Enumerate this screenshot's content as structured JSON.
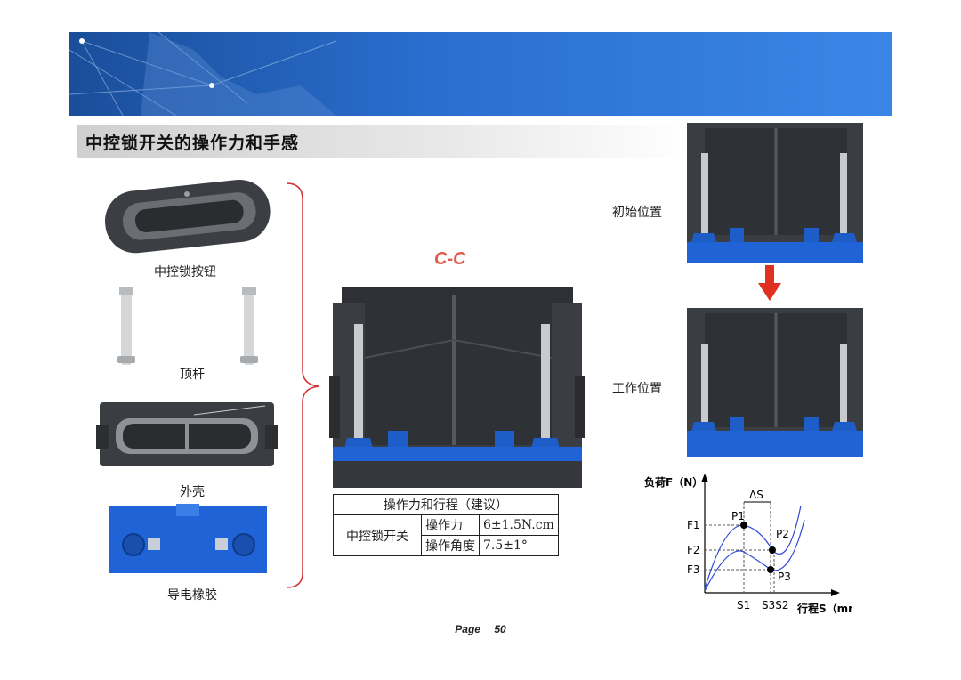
{
  "title": "中控锁开关的操作力和手感",
  "parts": {
    "button": "中控锁按钮",
    "rod": "顶杆",
    "shell": "外壳",
    "rubber": "导电橡胶"
  },
  "section_label": "C-C",
  "positions": {
    "initial": "初始位置",
    "working": "工作位置"
  },
  "spec_table": {
    "header": "操作力和行程（建议）",
    "row_label": "中控锁开关",
    "rows": [
      {
        "name": "操作力",
        "value": "6±1.5N.cm"
      },
      {
        "name": "操作角度",
        "value": "7.5±1°"
      }
    ]
  },
  "chart": {
    "ylabel": "负荷F（N）",
    "xlabel": "行程S（mm）",
    "delta": "ΔS",
    "y_ticks": [
      "F1",
      "F2",
      "F3"
    ],
    "x_ticks": [
      "S1",
      "S3S2"
    ],
    "points": [
      "P1",
      "P2",
      "P3"
    ]
  },
  "footer": {
    "label": "Page",
    "number": "50"
  },
  "colors": {
    "banner": "#2a6fd0",
    "rubber_blue": "#1f63d6",
    "housing_dark": "#3a3d42",
    "accent_red": "#e03020"
  }
}
